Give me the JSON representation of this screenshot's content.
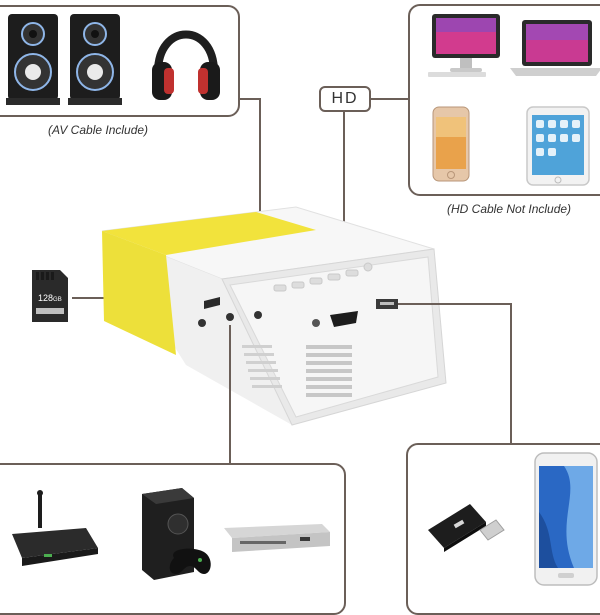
{
  "captions": {
    "av_cable": "(AV Cable Include)",
    "hd_cable": "(HD Cable Not Include)"
  },
  "labels": {
    "hd": "HD",
    "sd_card_capacity": "128",
    "sd_card_unit": "GB"
  },
  "colors": {
    "accent_yellow": "#f2e33c",
    "panel_border": "#6b5f58",
    "projector_body": "#f4f4f4"
  }
}
